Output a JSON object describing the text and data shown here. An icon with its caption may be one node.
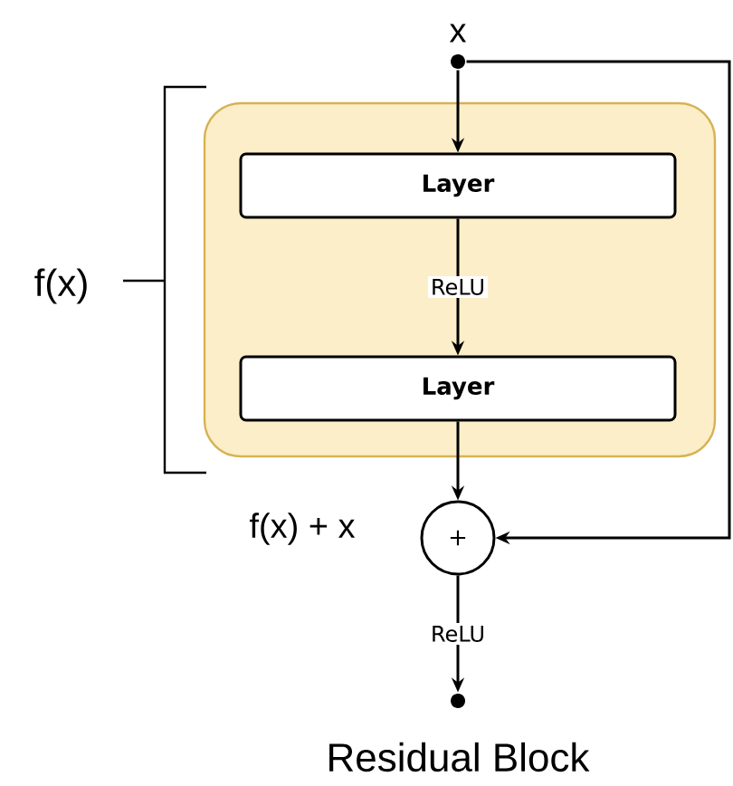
{
  "diagram": {
    "caption": "Residual Block",
    "nodes": [
      {
        "text": [],
        "shape": "box"
      },
      {
        "text": [
          "Layer"
        ],
        "in": 0
      },
      {
        "text": [
          "Layer"
        ],
        "in": 0
      },
      {
        "text": [
          "+"
        ],
        "beside": [
          "f(x) + x"
        ]
      },
      {
        "text": [
          "x"
        ]
      },
      {
        "text": [],
        "shape": "circle"
      }
    ],
    "edges": [
      {
        "from": 4,
        "to": 1,
        "arrow": "to"
      },
      {
        "from": 1,
        "to": 2,
        "arrow": "to",
        "label": "ReLU"
      },
      {
        "from": 2,
        "to": 3,
        "arrow": "to"
      },
      {
        "from": 4,
        "to": 3,
        "arrow": "to"
      },
      {
        "from": 3,
        "to": 5,
        "arrow": "to",
        "label": "ReLU"
      }
    ],
    "labels": [
      "f(x)"
    ]
  }
}
